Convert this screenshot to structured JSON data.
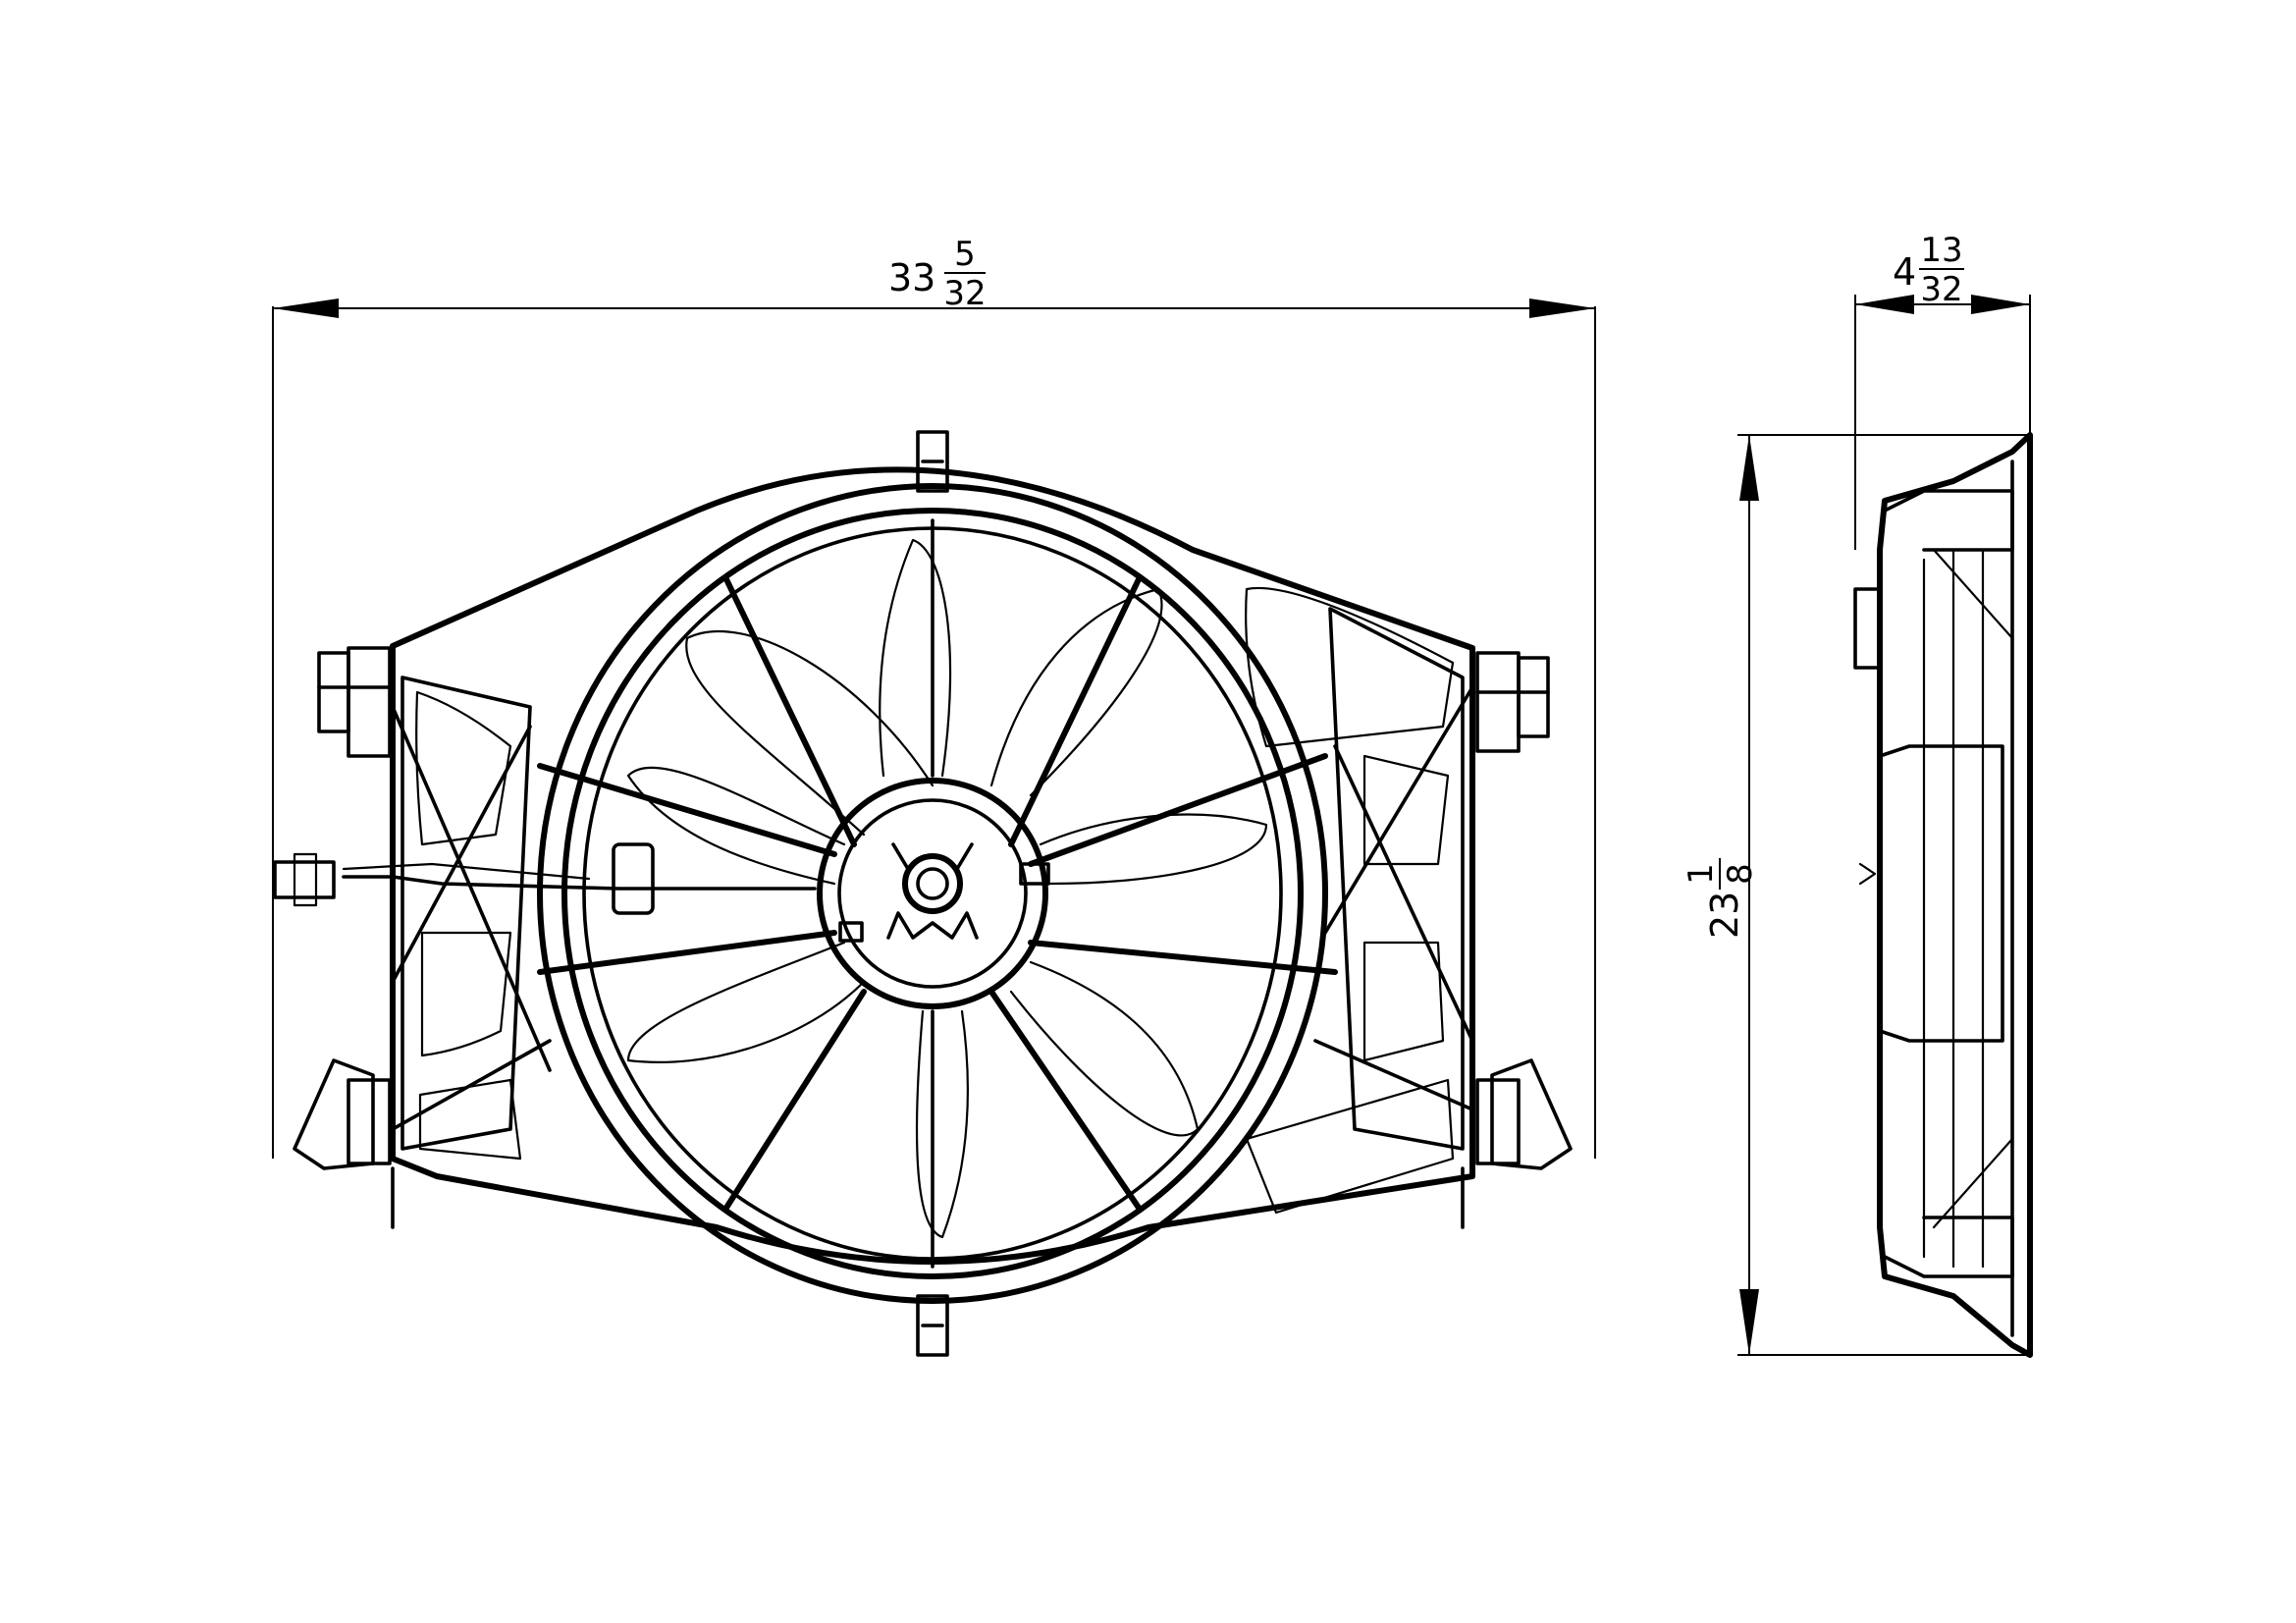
{
  "dimensions": {
    "width": {
      "whole": "33",
      "num": "5",
      "den": "32"
    },
    "height": {
      "whole": "23",
      "num": "1",
      "den": "8"
    },
    "depth": {
      "whole": "4",
      "num": "13",
      "den": "32"
    }
  }
}
